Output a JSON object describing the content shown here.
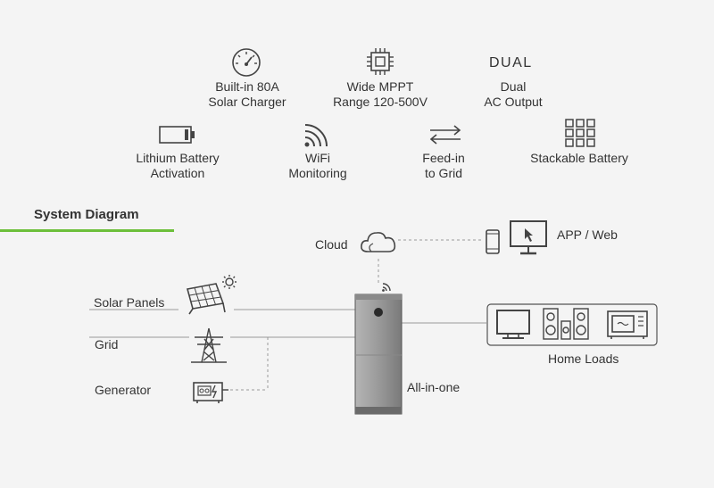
{
  "features": [
    {
      "lines": [
        "Built-in 80A",
        "Solar Charger"
      ],
      "icon": "gauge-icon"
    },
    {
      "lines": [
        "Wide MPPT",
        "Range 120-500V"
      ],
      "icon": "chip-icon"
    },
    {
      "lines": [
        "Dual",
        "AC Output"
      ],
      "icon": "dual-text-icon",
      "icon_text": "DUAL"
    },
    {
      "lines": [
        "Lithium Battery",
        "Activation"
      ],
      "icon": "battery-icon"
    },
    {
      "lines": [
        "WiFi",
        "Monitoring"
      ],
      "icon": "wifi-icon"
    },
    {
      "lines": [
        "Feed-in",
        "to Grid"
      ],
      "icon": "arrows-icon"
    },
    {
      "lines": [
        "Stackable Battery"
      ],
      "icon": "grid-icon"
    }
  ],
  "diagram": {
    "section_title": "System Diagram",
    "cloud": "Cloud",
    "app_web": "APP / Web",
    "solar": "Solar Panels",
    "grid": "Grid",
    "generator": "Generator",
    "all_in_one": "All-in-one",
    "home_loads": "Home Loads"
  },
  "colors": {
    "accent": "#6cbf3a",
    "icon": "#444444",
    "line": "#999999"
  }
}
